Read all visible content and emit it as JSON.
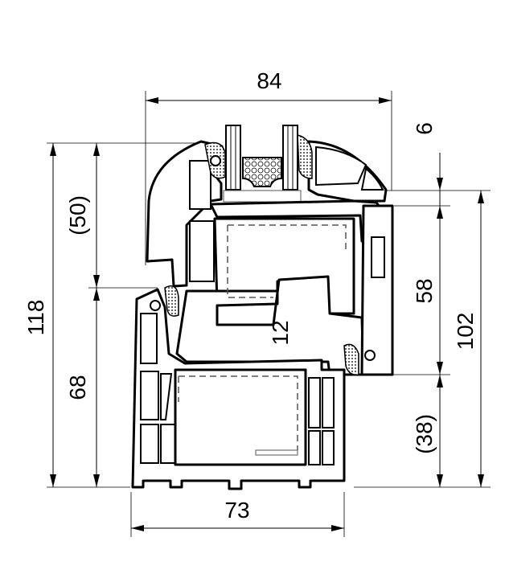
{
  "dimensions": {
    "top_width": "84",
    "glass_offset": "6",
    "sash_height": "(50)",
    "total_height": "118",
    "frame_height": "68",
    "sash_overlap": "58",
    "right_height": "102",
    "frame_bottom": "(38)",
    "rebate": "12",
    "frame_width": "73"
  },
  "colors": {
    "line": "#000000",
    "reinforcement": "#555555"
  }
}
